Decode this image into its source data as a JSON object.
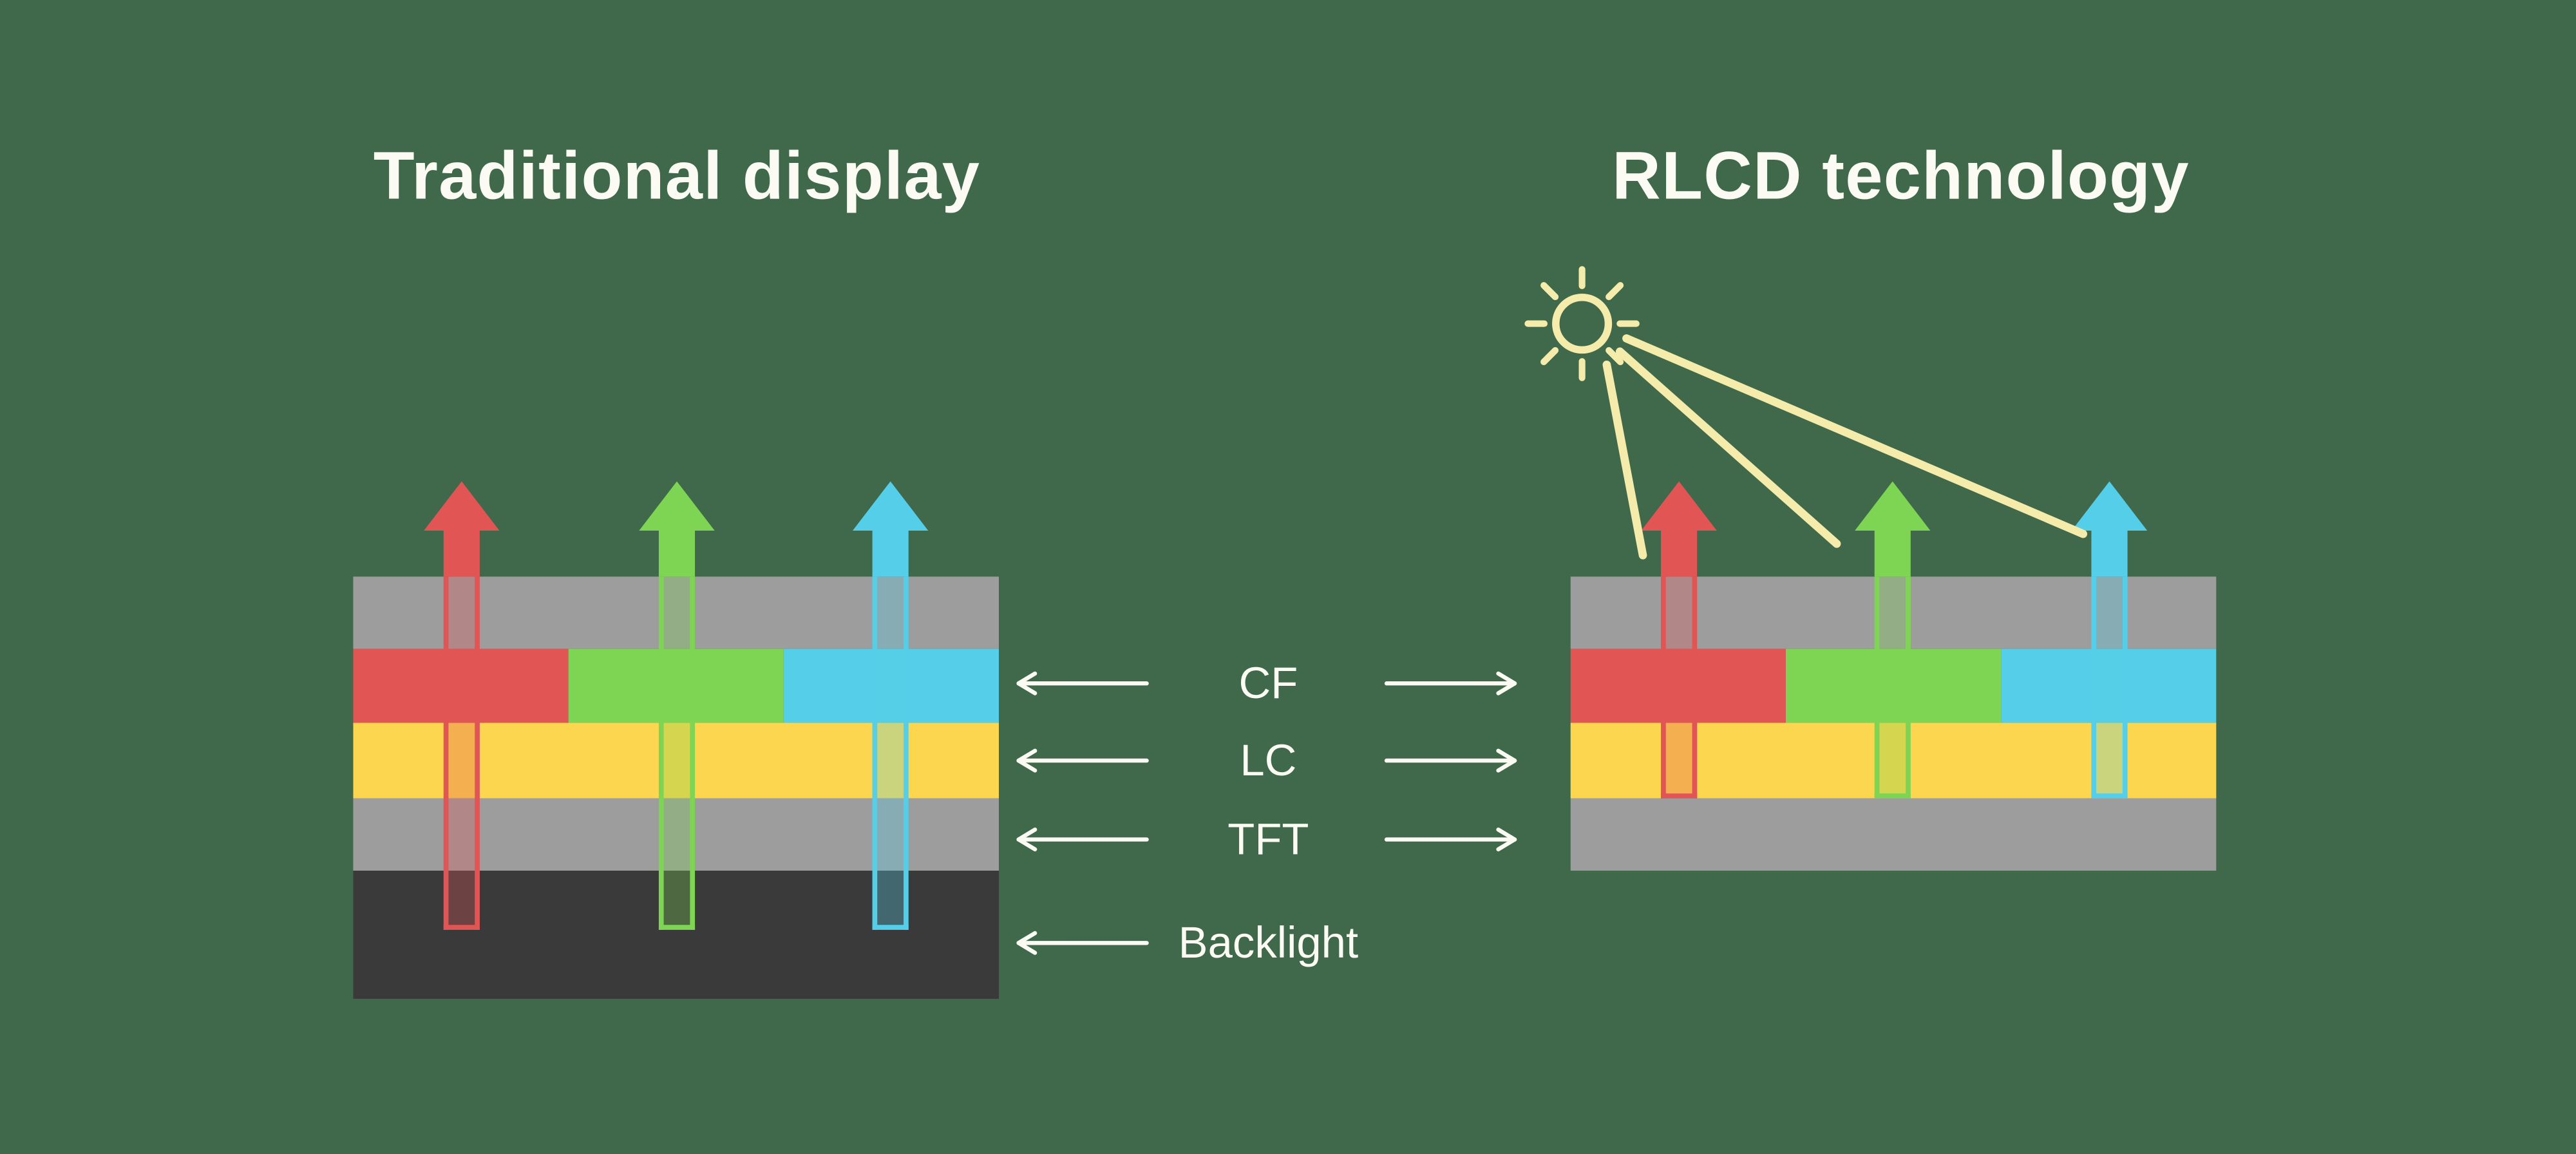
{
  "diagram": {
    "left_panel": {
      "title": "Traditional display"
    },
    "right_panel": {
      "title": "RLCD technology"
    },
    "layer_labels": {
      "cf": "CF",
      "lc": "LC",
      "tft": "TFT",
      "backlight": "Backlight"
    },
    "icons": {
      "sun": "sun-icon",
      "light_rays": "sunbeam-lines",
      "layer_pointers": "arrow-icon",
      "light_arrows": [
        "red-light-arrow",
        "green-light-arrow",
        "cyan-light-arrow"
      ]
    },
    "colors": {
      "background": "#3f694a",
      "panel_gray": "#9d9d9d",
      "red": "#e15555",
      "green": "#7ed554",
      "cyan": "#55cfe9",
      "yellow": "#fcd64f",
      "backlight_dark": "#3a3a3a",
      "sun_yellow": "#f5ecab",
      "text": "#fbfbf3"
    }
  }
}
